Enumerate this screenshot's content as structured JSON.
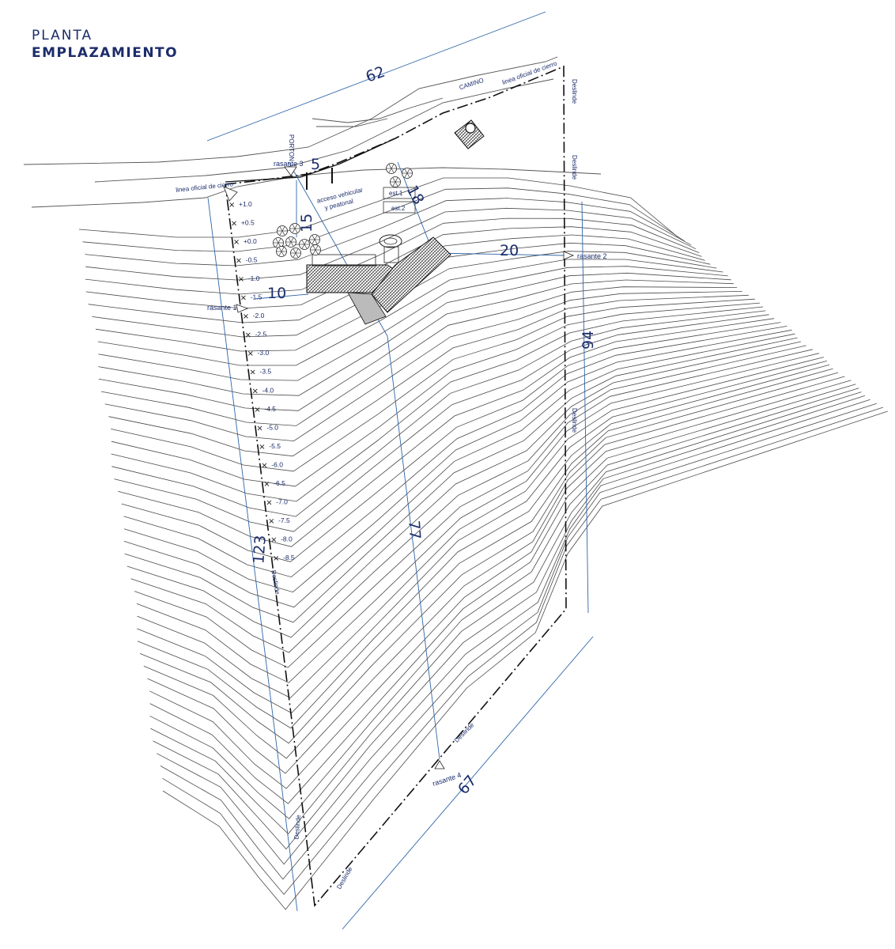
{
  "title": {
    "line1": "PLANTA",
    "line2": "EMPLAZAMIENTO"
  },
  "dimensions": {
    "top": "62",
    "access_width": "5",
    "access_depth": "15",
    "parking_dist": "18",
    "east_dist": "20",
    "west_dist": "10",
    "left_side": "123",
    "center": "77",
    "right_side": "94",
    "bottom": "67"
  },
  "labels": {
    "linea_oficial_top": "linea oficial de cierro",
    "linea_oficial_left": "linea oficial de cierro",
    "camino": "CAMINO",
    "porton": "PORTON",
    "acceso_1": "acceso vehicular",
    "acceso_2": "y peatonal",
    "est_1": "est.1",
    "est_2": "est.2",
    "rasante_1": "rasante 1",
    "rasante_2": "rasante 2",
    "rasante_3": "rasante 3",
    "rasante_4": "rasante 4",
    "deslinde": "Deslinde"
  },
  "levels": [
    "+1.0",
    "+0.5",
    "+0.0",
    "-0.5",
    "-1.0",
    "-1.5",
    "-2.0",
    "-2.5",
    "-3.0",
    "-3.5",
    "-4.0",
    "-4.5",
    "-5.0",
    "-5.5",
    "-6.0",
    "-6.5",
    "-7.0",
    "-7.5",
    "-8.0",
    "-8.5"
  ]
}
